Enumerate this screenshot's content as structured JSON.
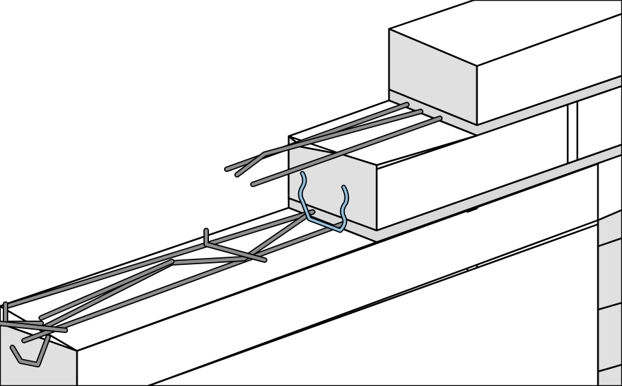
{
  "diagram": {
    "colors": {
      "stroke": "#000000",
      "block_top": "#ffffff",
      "block_face": "#e0e0e0",
      "mortar": "#d9d9d9",
      "rebar": "#8f8f8f",
      "tie": "#8fc3e3"
    },
    "parts": [
      "concrete-block-course",
      "mortar-bed-joint",
      "ladder-joint-reinforcement",
      "wall-tie"
    ]
  }
}
